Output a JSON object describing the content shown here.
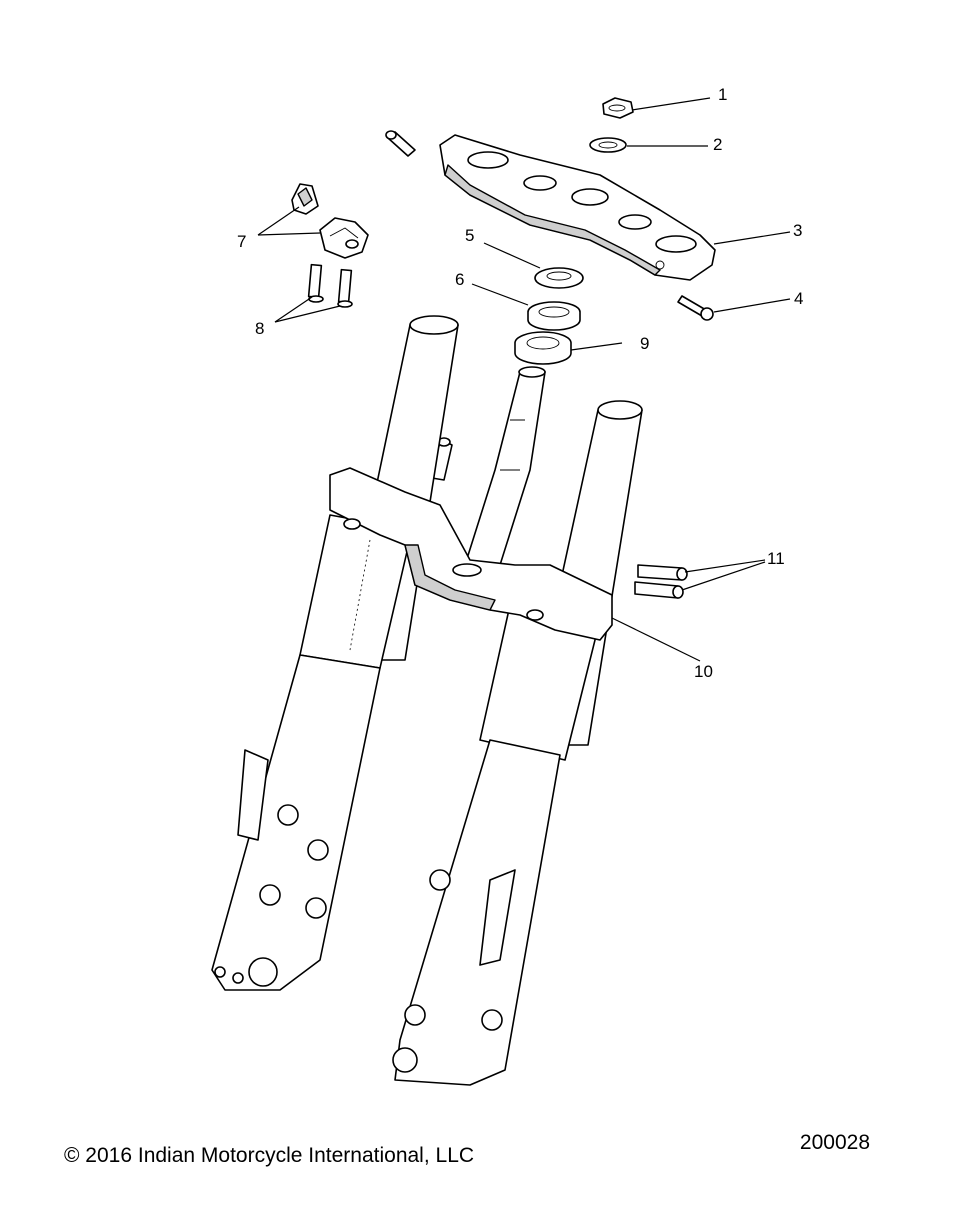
{
  "callouts": [
    "1",
    "2",
    "3",
    "4",
    "5",
    "6",
    "7",
    "8",
    "9",
    "10",
    "11"
  ],
  "footer": {
    "copyright": "© 2016 Indian Motorcycle International, LLC",
    "drawing_number": "200028"
  }
}
